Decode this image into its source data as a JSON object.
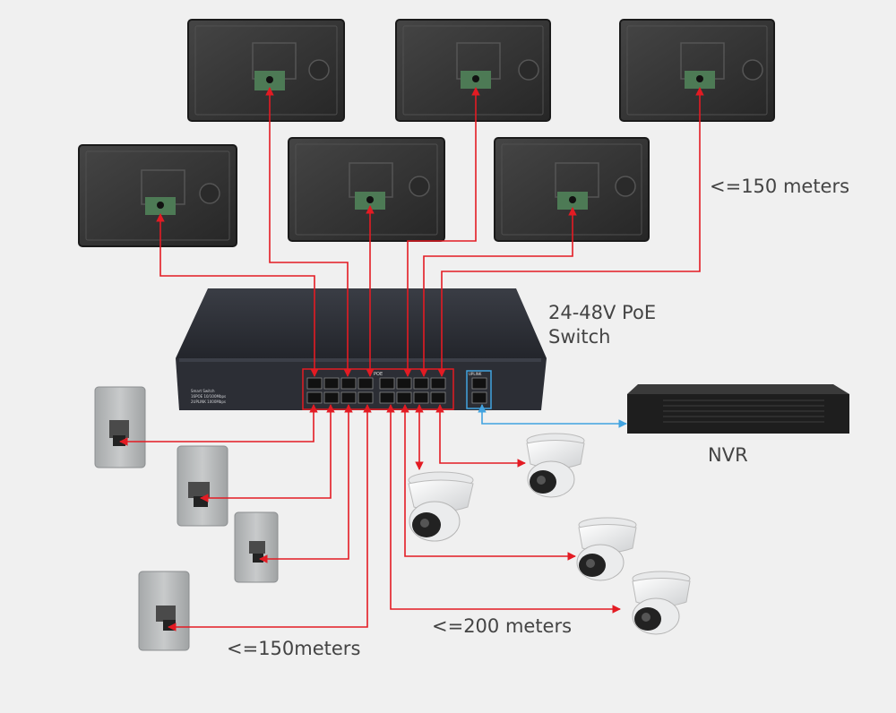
{
  "labels": {
    "monitor_distance": "<=150 meters",
    "switch_title_line1": "24-48V PoE",
    "switch_title_line2": "Switch",
    "nvr": "NVR",
    "camera_distance": "<=200 meters",
    "door_station_distance": "<=150meters"
  },
  "switch_panel": {
    "poe_text": "POE",
    "uplink_text": "UPLINK",
    "brand_line1": "Smart Switch",
    "brand_line2": "16POE 10/100Mbps",
    "brand_line3": "2UPLINK 1000Mbps"
  },
  "colors": {
    "background": "#f0f0f0",
    "poe_link": "#e31b23",
    "uplink": "#41a3e0",
    "label_text": "#444444",
    "switch_body": "#2a2c33",
    "monitor_body": "#303030",
    "device_gray": "#b9bcbd"
  }
}
